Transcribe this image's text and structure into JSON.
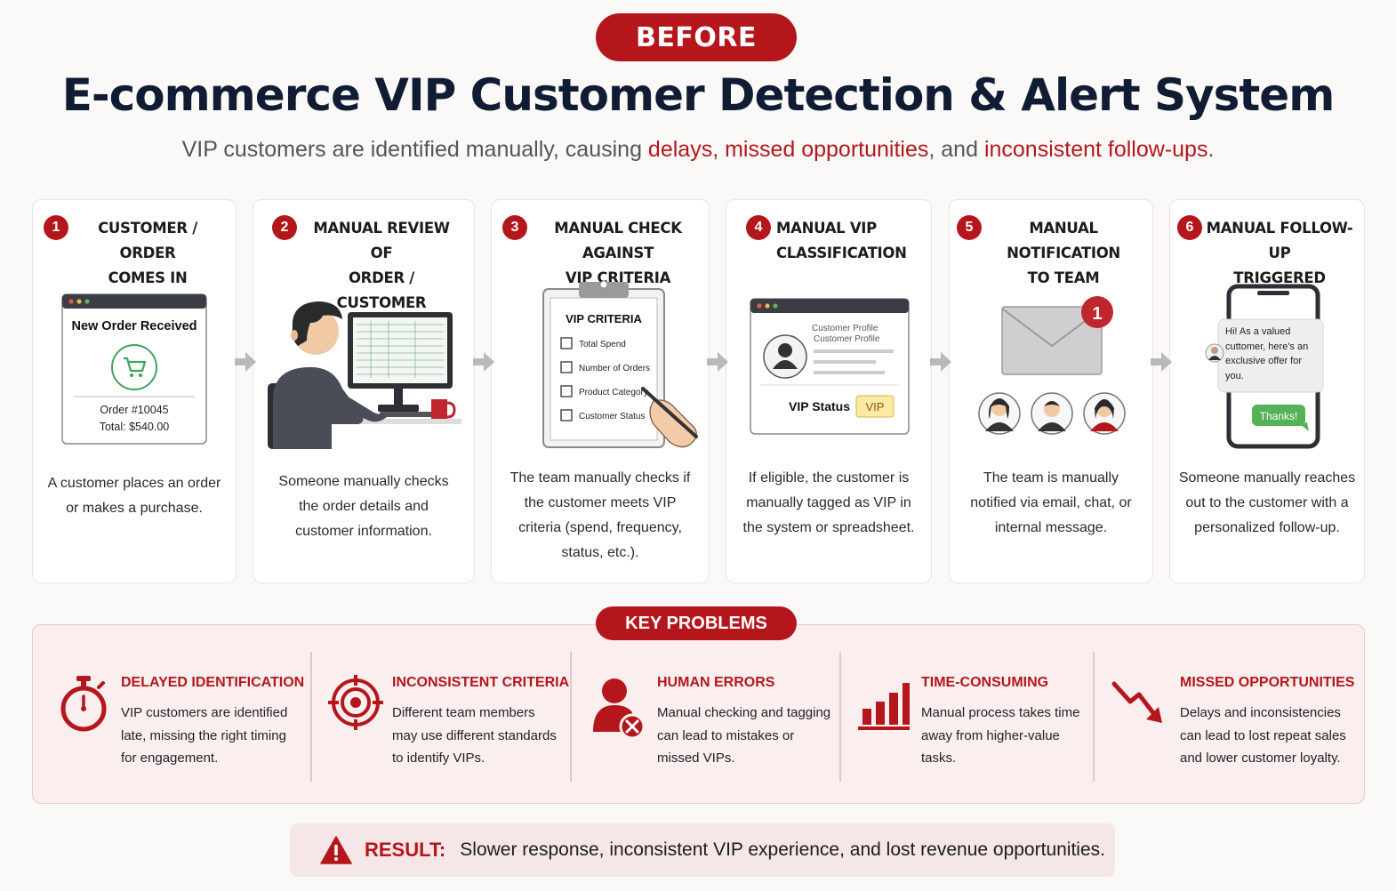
{
  "header": {
    "badge": "BEFORE",
    "title": "E-commerce VIP Customer Detection & Alert System",
    "subtitle_part1": "VIP customers are identified manually, causing ",
    "subtitle_red1": "delays, missed opportunities",
    "subtitle_part2": ", and ",
    "subtitle_red2": "inconsistent follow-ups",
    "subtitle_part3": "."
  },
  "steps": [
    {
      "num": "1",
      "title": "CUSTOMER / ORDER\nCOMES IN",
      "desc": "A customer places an order or makes a purchase."
    },
    {
      "num": "2",
      "title": "MANUAL REVIEW OF\nORDER / CUSTOMER",
      "desc": "Someone manually checks the order details and customer information."
    },
    {
      "num": "3",
      "title": "MANUAL CHECK AGAINST\nVIP CRITERIA",
      "desc": "The team manually checks if the customer meets VIP criteria (spend, frequency, status, etc.)."
    },
    {
      "num": "4",
      "title": "MANUAL VIP\nCLASSIFICATION",
      "desc": "If eligible, the customer is manually tagged as VIP in the system or spreadsheet."
    },
    {
      "num": "5",
      "title": "MANUAL NOTIFICATION\nTO TEAM",
      "desc": "The team is manually notified via email, chat, or internal message."
    },
    {
      "num": "6",
      "title": "MANUAL FOLLOW-UP\nTRIGGERED",
      "desc": "Someone manually reaches out to the customer with a personalized follow-up."
    }
  ],
  "illustrations": {
    "order_window_title": "New Order Received",
    "order_number": "Order #10045",
    "order_total": "Total: $540.00",
    "criteria_title": "VIP CRITERIA",
    "criteria_items": [
      "Total Spend",
      "Number of Orders",
      "Product Category",
      "Customer Status"
    ],
    "profile_title1": "Customer Profile",
    "profile_title2": "Customer Profile",
    "vip_status_label": "VIP Status",
    "vip_tag": "VIP",
    "notification_count": "1",
    "chat_message": "Hi! As a valued cuttomer, here's an exclusive offer for you.",
    "chat_reply": "Thanks!"
  },
  "problems": {
    "badge": "KEY PROBLEMS",
    "items": [
      {
        "icon": "stopwatch-icon",
        "title": "DELAYED IDENTIFICATION",
        "desc": "VIP customers are identified late, missing the right timing for engagement."
      },
      {
        "icon": "target-icon",
        "title": "INCONSISTENT CRITERIA",
        "desc": "Different team members may use different standards to identify VIPs."
      },
      {
        "icon": "user-error-icon",
        "title": "HUMAN ERRORS",
        "desc": "Manual checking and tagging can lead to mistakes or missed VIPs."
      },
      {
        "icon": "bar-chart-icon",
        "title": "TIME-CONSUMING",
        "desc": "Manual process takes time away from higher-value tasks."
      },
      {
        "icon": "trend-down-icon",
        "title": "MISSED OPPORTUNITIES",
        "desc": "Delays and inconsistencies can lead to lost repeat sales and lower customer loyalty."
      }
    ]
  },
  "result": {
    "label": "RESULT:",
    "text": "Slower response, inconsistent VIP experience, and lost revenue opportunities."
  },
  "colors": {
    "accent": "#b5161c",
    "title": "#0f1c33",
    "panel": "#fbeeee"
  }
}
